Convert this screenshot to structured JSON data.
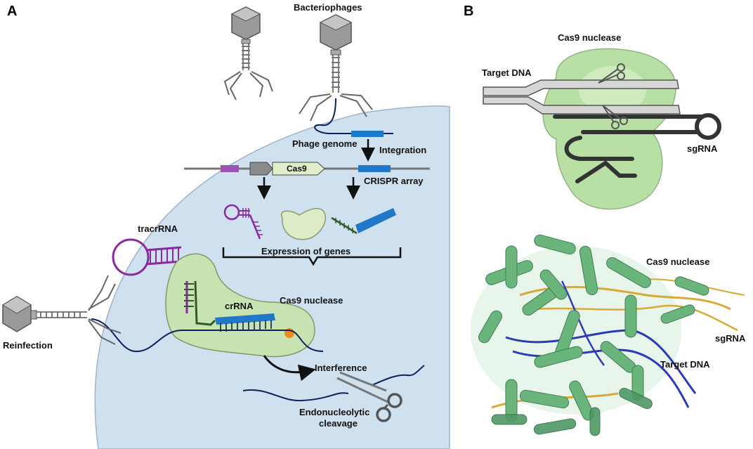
{
  "panel_a": {
    "letter": "A",
    "bacteriophages": "Bacteriophages",
    "phage_genome": "Phage genome",
    "integration": "Integration",
    "cas9_gene": "Cas9",
    "crispr_array": "CRISPR array",
    "tracrrna": "tracrRNA",
    "expression": "Expression of genes",
    "crrna": "crRNA",
    "cas9_nuclease": "Cas9 nuclease",
    "reinfection": "Reinfection",
    "interference": "Interference",
    "cleavage_line1": "Endonucleolytic",
    "cleavage_line2": "cleavage"
  },
  "panel_b": {
    "letter": "B",
    "cas9_nuclease_top": "Cas9 nuclease",
    "target_dna_top": "Target DNA",
    "sgrna_top": "sgRNA",
    "cas9_nuclease_struct": "Cas9 nuclease",
    "sgrna_struct": "sgRNA",
    "target_dna_struct": "Target DNA"
  },
  "colors": {
    "cell": "#cfe0ef",
    "cas9_green": "#b9dca4",
    "crispr_blue": "#1f78c8",
    "tracr_purple": "#8a2aa0",
    "dna_navy": "#0f1f5c",
    "phage_grey": "#8a8a8a",
    "helix_green": "#5aae74",
    "sgrna_gold": "#d9a93a",
    "target_blue": "#2a3bb8"
  }
}
